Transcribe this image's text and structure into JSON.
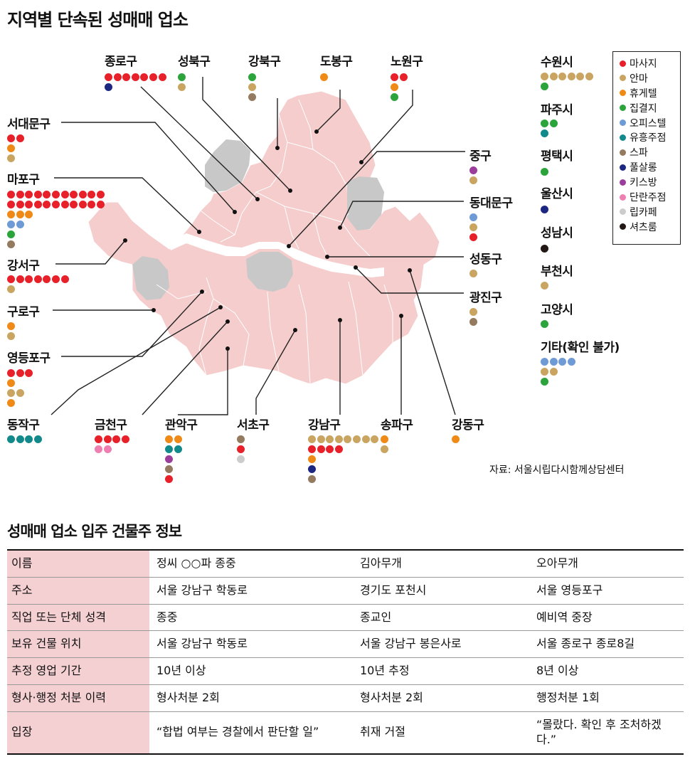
{
  "title": "지역별 단속된 성매매 업소",
  "colors": {
    "마사지": "#e8202a",
    "안마": "#c9a561",
    "휴게텔": "#ef8a17",
    "집결지": "#2aa43b",
    "오피스텔": "#6e9ad6",
    "유흥주점": "#128a8c",
    "스파": "#947a5e",
    "풀살롱": "#1c2782",
    "키스방": "#9b3e9b",
    "단란주점": "#ee7fb0",
    "립카페": "#cccccc",
    "셔츠룸": "#231815"
  },
  "legend": [
    "마사지",
    "안마",
    "휴게텔",
    "집결지",
    "오피스텔",
    "유흥주점",
    "스파",
    "풀살롱",
    "키스방",
    "단란주점",
    "립카페",
    "셔츠룸"
  ],
  "districts": [
    {
      "name": "종로구",
      "rows": [
        [
          "마사지",
          7
        ],
        [
          "풀살롱",
          1
        ]
      ]
    },
    {
      "name": "성북구",
      "rows": [
        [
          "집결지",
          1
        ],
        [
          "안마",
          1
        ]
      ]
    },
    {
      "name": "강북구",
      "rows": [
        [
          "집결지",
          1
        ],
        [
          "안마",
          1
        ],
        [
          "스파",
          1
        ]
      ]
    },
    {
      "name": "도봉구",
      "rows": [
        [
          "휴게텔",
          1
        ]
      ]
    },
    {
      "name": "노원구",
      "rows": [
        [
          "마사지",
          2
        ],
        [
          "휴게텔",
          1
        ],
        [
          "집결지",
          1
        ]
      ]
    },
    {
      "name": "서대문구",
      "rows": [
        [
          "마사지",
          2
        ],
        [
          "휴게텔",
          1
        ],
        [
          "안마",
          1
        ]
      ]
    },
    {
      "name": "마포구",
      "rows": [
        [
          "마사지",
          11
        ],
        [
          "마사지",
          11
        ],
        [
          "휴게텔",
          3
        ],
        [
          "오피스텔",
          2
        ],
        [
          "집결지",
          1
        ],
        [
          "스파",
          1
        ]
      ]
    },
    {
      "name": "강서구",
      "rows": [
        [
          "마사지",
          7
        ],
        [
          "안마",
          1
        ]
      ]
    },
    {
      "name": "구로구",
      "rows": [
        [
          "휴게텔",
          1
        ],
        [
          "안마",
          1
        ]
      ]
    },
    {
      "name": "영등포구",
      "rows": [
        [
          "마사지",
          3
        ],
        [
          "휴게텔",
          1
        ],
        [
          "안마",
          2
        ],
        [
          "휴게텔",
          1
        ]
      ]
    },
    {
      "name": "동작구",
      "rows": [
        [
          "유흥주점",
          4
        ]
      ]
    },
    {
      "name": "금천구",
      "rows": [
        [
          "마사지",
          4
        ],
        [
          "단란주점",
          2
        ]
      ]
    },
    {
      "name": "관악구",
      "rows": [
        [
          "휴게텔",
          2
        ],
        [
          "유흥주점",
          2
        ],
        [
          "키스방",
          1
        ],
        [
          "스파",
          1
        ],
        [
          "마사지",
          1
        ]
      ]
    },
    {
      "name": "서초구",
      "rows": [
        [
          "스파",
          1
        ],
        [
          "마사지",
          1
        ],
        [
          "립카페",
          1
        ]
      ]
    },
    {
      "name": "강남구",
      "rows": [
        [
          "안마",
          8
        ],
        [
          "마사지",
          4
        ],
        [
          "휴게텔",
          1
        ],
        [
          "풀살롱",
          1
        ],
        [
          "스파",
          1
        ]
      ]
    },
    {
      "name": "송파구",
      "rows": [
        [
          "휴게텔",
          1
        ],
        [
          "안마",
          1
        ]
      ]
    },
    {
      "name": "강동구",
      "rows": [
        [
          "휴게텔",
          1
        ]
      ]
    },
    {
      "name": "중구",
      "rows": [
        [
          "키스방",
          1
        ],
        [
          "안마",
          1
        ]
      ]
    },
    {
      "name": "동대문구",
      "rows": [
        [
          "오피스텔",
          1
        ],
        [
          "안마",
          1
        ],
        [
          "마사지",
          1
        ]
      ]
    },
    {
      "name": "성동구",
      "rows": [
        [
          "안마",
          1
        ]
      ]
    },
    {
      "name": "광진구",
      "rows": [
        [
          "안마",
          1
        ],
        [
          "스파",
          1
        ]
      ]
    },
    {
      "name": "수원시",
      "rows": [
        [
          "안마",
          6
        ],
        [
          "집결지",
          1
        ]
      ]
    },
    {
      "name": "파주시",
      "rows": [
        [
          "집결지",
          2
        ],
        [
          "유흥주점",
          1
        ]
      ]
    },
    {
      "name": "평택시",
      "rows": [
        [
          "집결지",
          1
        ]
      ]
    },
    {
      "name": "울산시",
      "rows": [
        [
          "풀살롱",
          1
        ]
      ]
    },
    {
      "name": "성남시",
      "rows": [
        [
          "셔츠룸",
          1
        ]
      ]
    },
    {
      "name": "부천시",
      "rows": [
        [
          "안마",
          1
        ]
      ]
    },
    {
      "name": "고양시",
      "rows": [
        [
          "집결지",
          1
        ]
      ]
    },
    {
      "name": "기타(확인 불가)",
      "rows": [
        [
          "오피스텔",
          4
        ],
        [
          "안마",
          2
        ],
        [
          "집결지",
          1
        ]
      ]
    }
  ],
  "source": "자료: 서울시립다시함께상담센터",
  "table": {
    "title": "성매매 업소 입주 건물주 정보",
    "rows": [
      [
        "이름",
        "정씨 ○○파 종중",
        "김아무개",
        "오아무개"
      ],
      [
        "주소",
        "서울 강남구 학동로",
        "경기도 포천시",
        "서울 영등포구"
      ],
      [
        "직업 또는 단체 성격",
        "종중",
        "종교인",
        "예비역 중장"
      ],
      [
        "보유 건물 위치",
        "서울 강남구 학동로",
        "서울 강남구 봉은사로",
        "서울 종로구 종로8길"
      ],
      [
        "추정 영업 기간",
        "10년 이상",
        "10년 추정",
        "8년 이상"
      ],
      [
        "형사·행정 처분 이력",
        "형사처분 2회",
        "형사처분 2회",
        "행정처분 1회"
      ],
      [
        "입장",
        "“합법 여부는 경찰에서 판단할 일”",
        "취재 거절",
        "“몰랐다. 확인 후 조처하겠다.”"
      ]
    ]
  }
}
